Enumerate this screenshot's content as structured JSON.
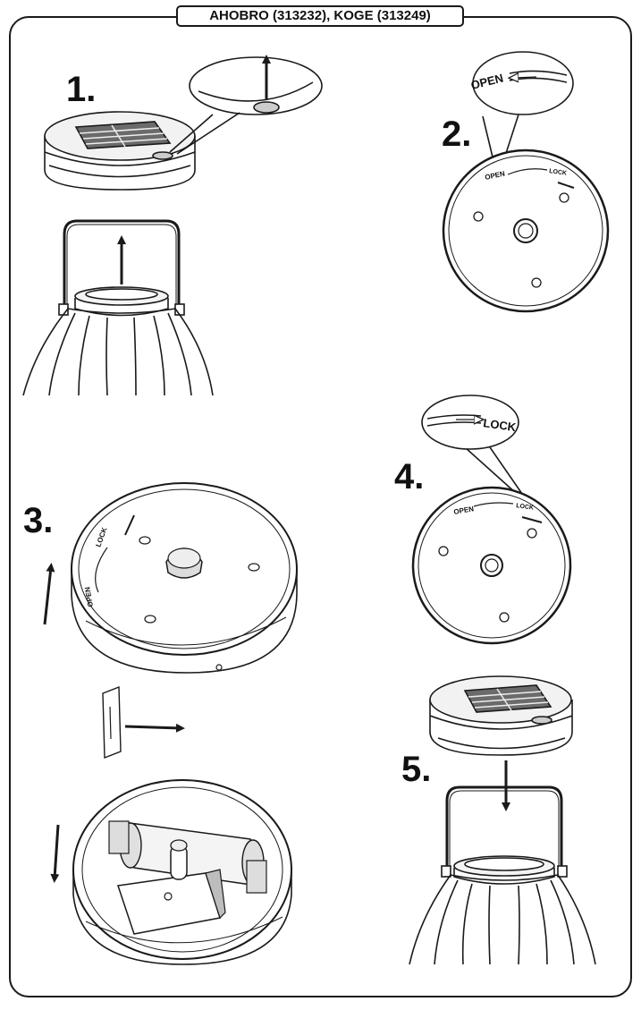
{
  "header": {
    "title": "AHOBRO (313232), KOGE (313249)"
  },
  "steps": {
    "s1": "1.",
    "s2": "2.",
    "s3": "3.",
    "s4": "4.",
    "s5": "5."
  },
  "labels": {
    "open": "OPEN",
    "lock": "LOCK"
  },
  "colors": {
    "line": "#1a1a1a",
    "shade": "#555555",
    "light": "#bdbdbd",
    "background": "#ffffff"
  }
}
